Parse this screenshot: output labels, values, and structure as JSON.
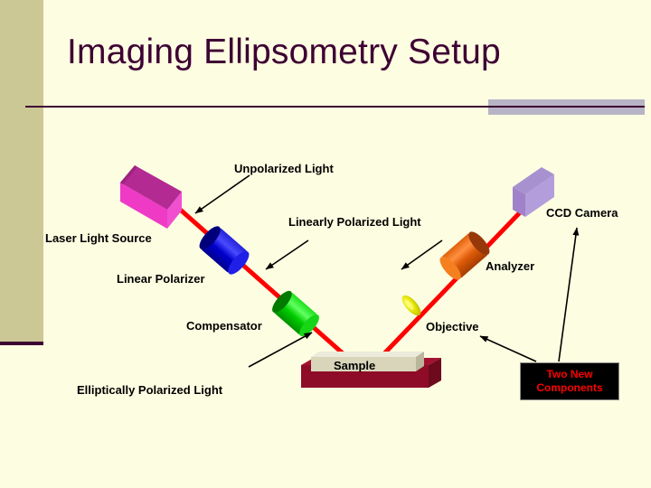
{
  "slide": {
    "title": "Imaging Ellipsometry Setup",
    "title_color": "#3d0033",
    "background_color": "#fdfde1",
    "sidebar_color": "#ccc896",
    "accent_bar_color": "#b0aec2"
  },
  "diagram": {
    "type": "optical-setup-schematic",
    "beam_color": "#ff0000",
    "labels": {
      "laser_light_source": "Laser Light Source",
      "unpolarized_light": "Unpolarized Light",
      "linear_polarizer": "Linear Polarizer",
      "linearly_polarized_light": "Linearly Polarized Light",
      "compensator": "Compensator",
      "elliptically_polarized_light": "Elliptically Polarized Light",
      "analyzer": "Analyzer",
      "ccd_camera": "CCD Camera",
      "objective": "Objective",
      "sample": "Sample"
    },
    "callout": {
      "line1": "Two New",
      "line2": "Components",
      "background_color": "#000000",
      "text_color": "#ff0000"
    },
    "components": [
      {
        "name": "laser-light-source",
        "shape": "box-3d",
        "color": "#ee3bc4"
      },
      {
        "name": "linear-polarizer",
        "shape": "cylinder-3d",
        "color": "#0000ee"
      },
      {
        "name": "compensator",
        "shape": "cylinder-3d",
        "color": "#00d800"
      },
      {
        "name": "sample-stage",
        "shape": "stage-3d",
        "color": "#9c0f2b"
      },
      {
        "name": "objective",
        "shape": "ellipse-disk",
        "color": "#d8d800"
      },
      {
        "name": "analyzer",
        "shape": "cylinder-3d",
        "color": "#e86a10"
      },
      {
        "name": "ccd-camera",
        "shape": "box-3d",
        "color": "#a88cd0"
      }
    ]
  }
}
